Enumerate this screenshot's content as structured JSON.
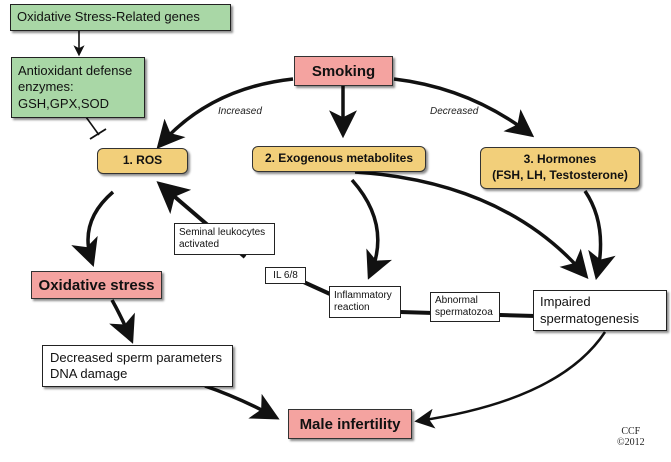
{
  "nodes": {
    "oxidative_genes": "Oxidative Stress-Related genes",
    "antioxidant_line1": "Antioxidant defense",
    "antioxidant_line2": "enzymes:",
    "antioxidant_line3": "GSH,GPX,SOD",
    "smoking": "Smoking",
    "ros": "1. ROS",
    "exogenous": "2. Exogenous metabolites",
    "hormones_line1": "3. Hormones",
    "hormones_line2": "(FSH, LH, Testosterone)",
    "seminal_line1": "Seminal leukocytes",
    "seminal_line2": "activated",
    "il": "IL 6/8",
    "inflammatory_line1": "Inflammatory",
    "inflammatory_line2": "reaction",
    "abnormal_line1": "Abnormal",
    "abnormal_line2": "spermatozoa",
    "impaired_line1": "Impaired",
    "impaired_line2": "spermatogenesis",
    "oxidative_stress": "Oxidative stress",
    "decreased_line1": "Decreased sperm parameters",
    "decreased_line2": "DNA damage",
    "male_infertility": "Male infertility"
  },
  "edge_labels": {
    "increased": "Increased",
    "decreased": "Decreased"
  },
  "credit": {
    "line1": "CCF",
    "line2": "©2012"
  },
  "colors": {
    "green": "#a9d7a6",
    "pink": "#f4a3a0",
    "yellow": "#f2cf7a"
  }
}
